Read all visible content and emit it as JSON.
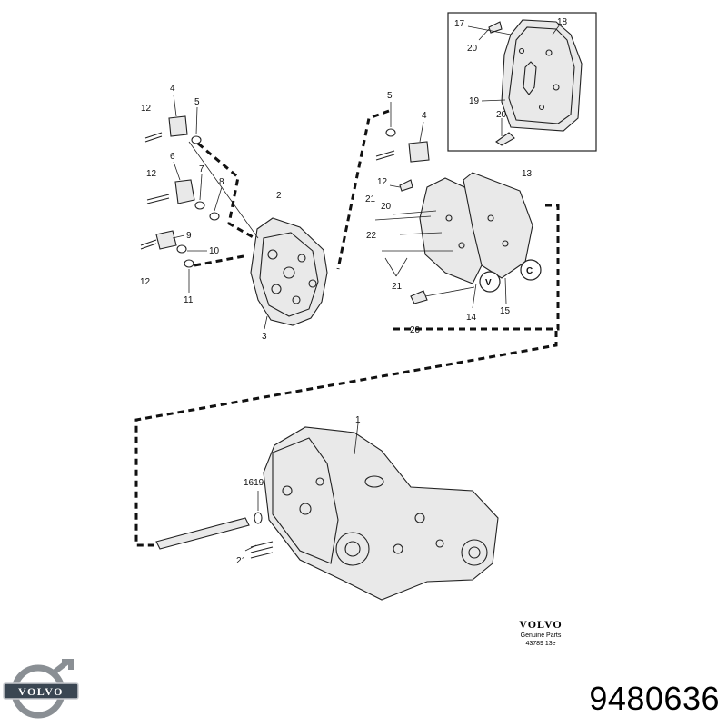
{
  "callouts": {
    "c1": "1",
    "c2": "2",
    "c3": "3",
    "c4a": "4",
    "c4b": "4",
    "c5a": "5",
    "c5b": "5",
    "c6": "6",
    "c7": "7",
    "c8": "8",
    "c9": "9",
    "c10": "10",
    "c11": "11",
    "c12a": "12",
    "c12b": "12",
    "c12c": "12",
    "c12d": "12",
    "c13": "13",
    "c14": "14",
    "c15": "15",
    "c1619": "1619",
    "c17": "17",
    "c18": "18",
    "c19": "19",
    "c20a": "20",
    "c20b": "20",
    "c20c": "20",
    "c20d": "20",
    "c21a": "21",
    "c21b": "21",
    "c21c": "21",
    "c22": "22",
    "markV": "V",
    "markC": "C"
  },
  "brand_block": {
    "wordmark": "VOLVO",
    "line1": "Genuine Parts",
    "line2": "43789 13e"
  },
  "logo_text": "VOLVO",
  "part_number": "9480636",
  "colors": {
    "ink": "#222222",
    "logo_grey": "#8a8f94",
    "logo_band": "#3a4652"
  }
}
